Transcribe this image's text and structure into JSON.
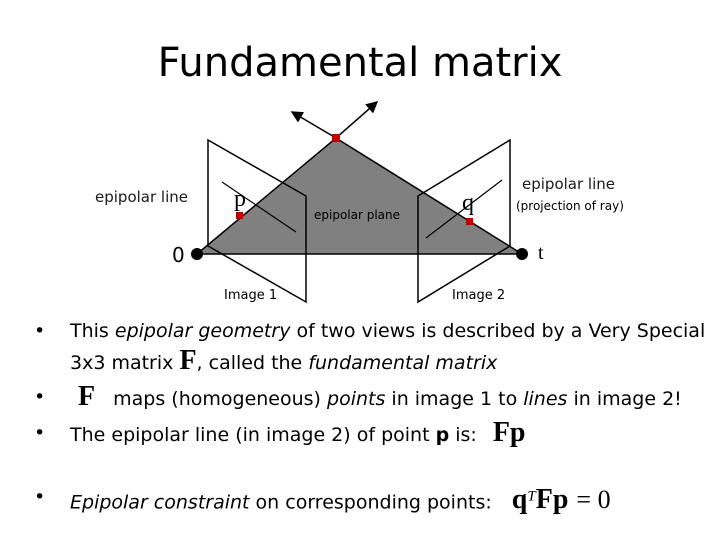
{
  "title": "Fundamental matrix",
  "diagram": {
    "label_left": "epipolar line",
    "label_right": "epipolar line",
    "label_right_note": "(projection of ray)",
    "label_plane": "epipolar plane",
    "point_p": "p",
    "point_q": "q",
    "origin": "0",
    "center_t": "t",
    "image1": "Image 1",
    "image2": "Image 2",
    "colors": {
      "plane_fill": "#808080",
      "point": "#c00000",
      "line": "#000000"
    }
  },
  "bullets": {
    "b1_part1": "This ",
    "b1_em1": "epipolar geometry",
    "b1_part2": " of two views is described by a Very Special 3x3 matrix ",
    "b1_matrix": "F",
    "b1_part3": ", called the ",
    "b1_em2": "fundamental matrix",
    "b2_matrix": "F",
    "b2_part1": " maps (homogeneous) ",
    "b2_em1": "points",
    "b2_part2": " in image 1 to ",
    "b2_em2": "lines",
    "b2_part3": " in image 2!",
    "b3_part1": "The epipolar line (in image 2) of point ",
    "b3_bold": "p",
    "b3_part2": " is:",
    "b3_formula": "Fp",
    "b4_em": "Epipolar constraint",
    "b4_part": " on corresponding points:",
    "b4_formula_q": "q",
    "b4_formula_sup": "T",
    "b4_formula_rest": "Fp",
    "b4_formula_eq": "= 0"
  }
}
